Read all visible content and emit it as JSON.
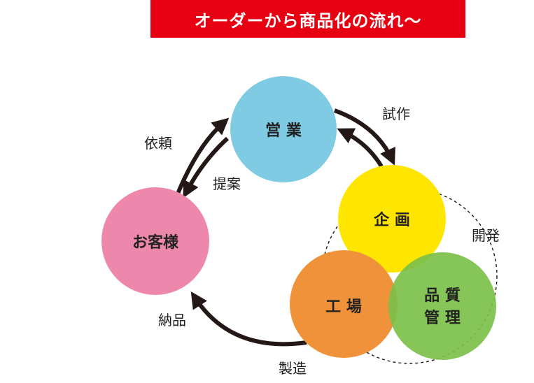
{
  "title": "オーダーから商品化の流れ～",
  "colors": {
    "title_bg": "#e60012",
    "title_text": "#ffffff",
    "sales": "#7ecbe3",
    "planning": "#ffe600",
    "factory": "#f0923a",
    "quality": "#7cc04a",
    "customer": "#ee87ac",
    "arrow": "#231815"
  },
  "nodes": {
    "sales": "営 業",
    "planning": "企 画",
    "factory": "工 場",
    "quality_line1": "品 質",
    "quality_line2": "管 理",
    "customer": "お客様"
  },
  "edges": {
    "request": "依頼",
    "proposal": "提案",
    "prototype": "試作",
    "development": "開発",
    "manufacturing": "製造",
    "delivery": "納品"
  }
}
